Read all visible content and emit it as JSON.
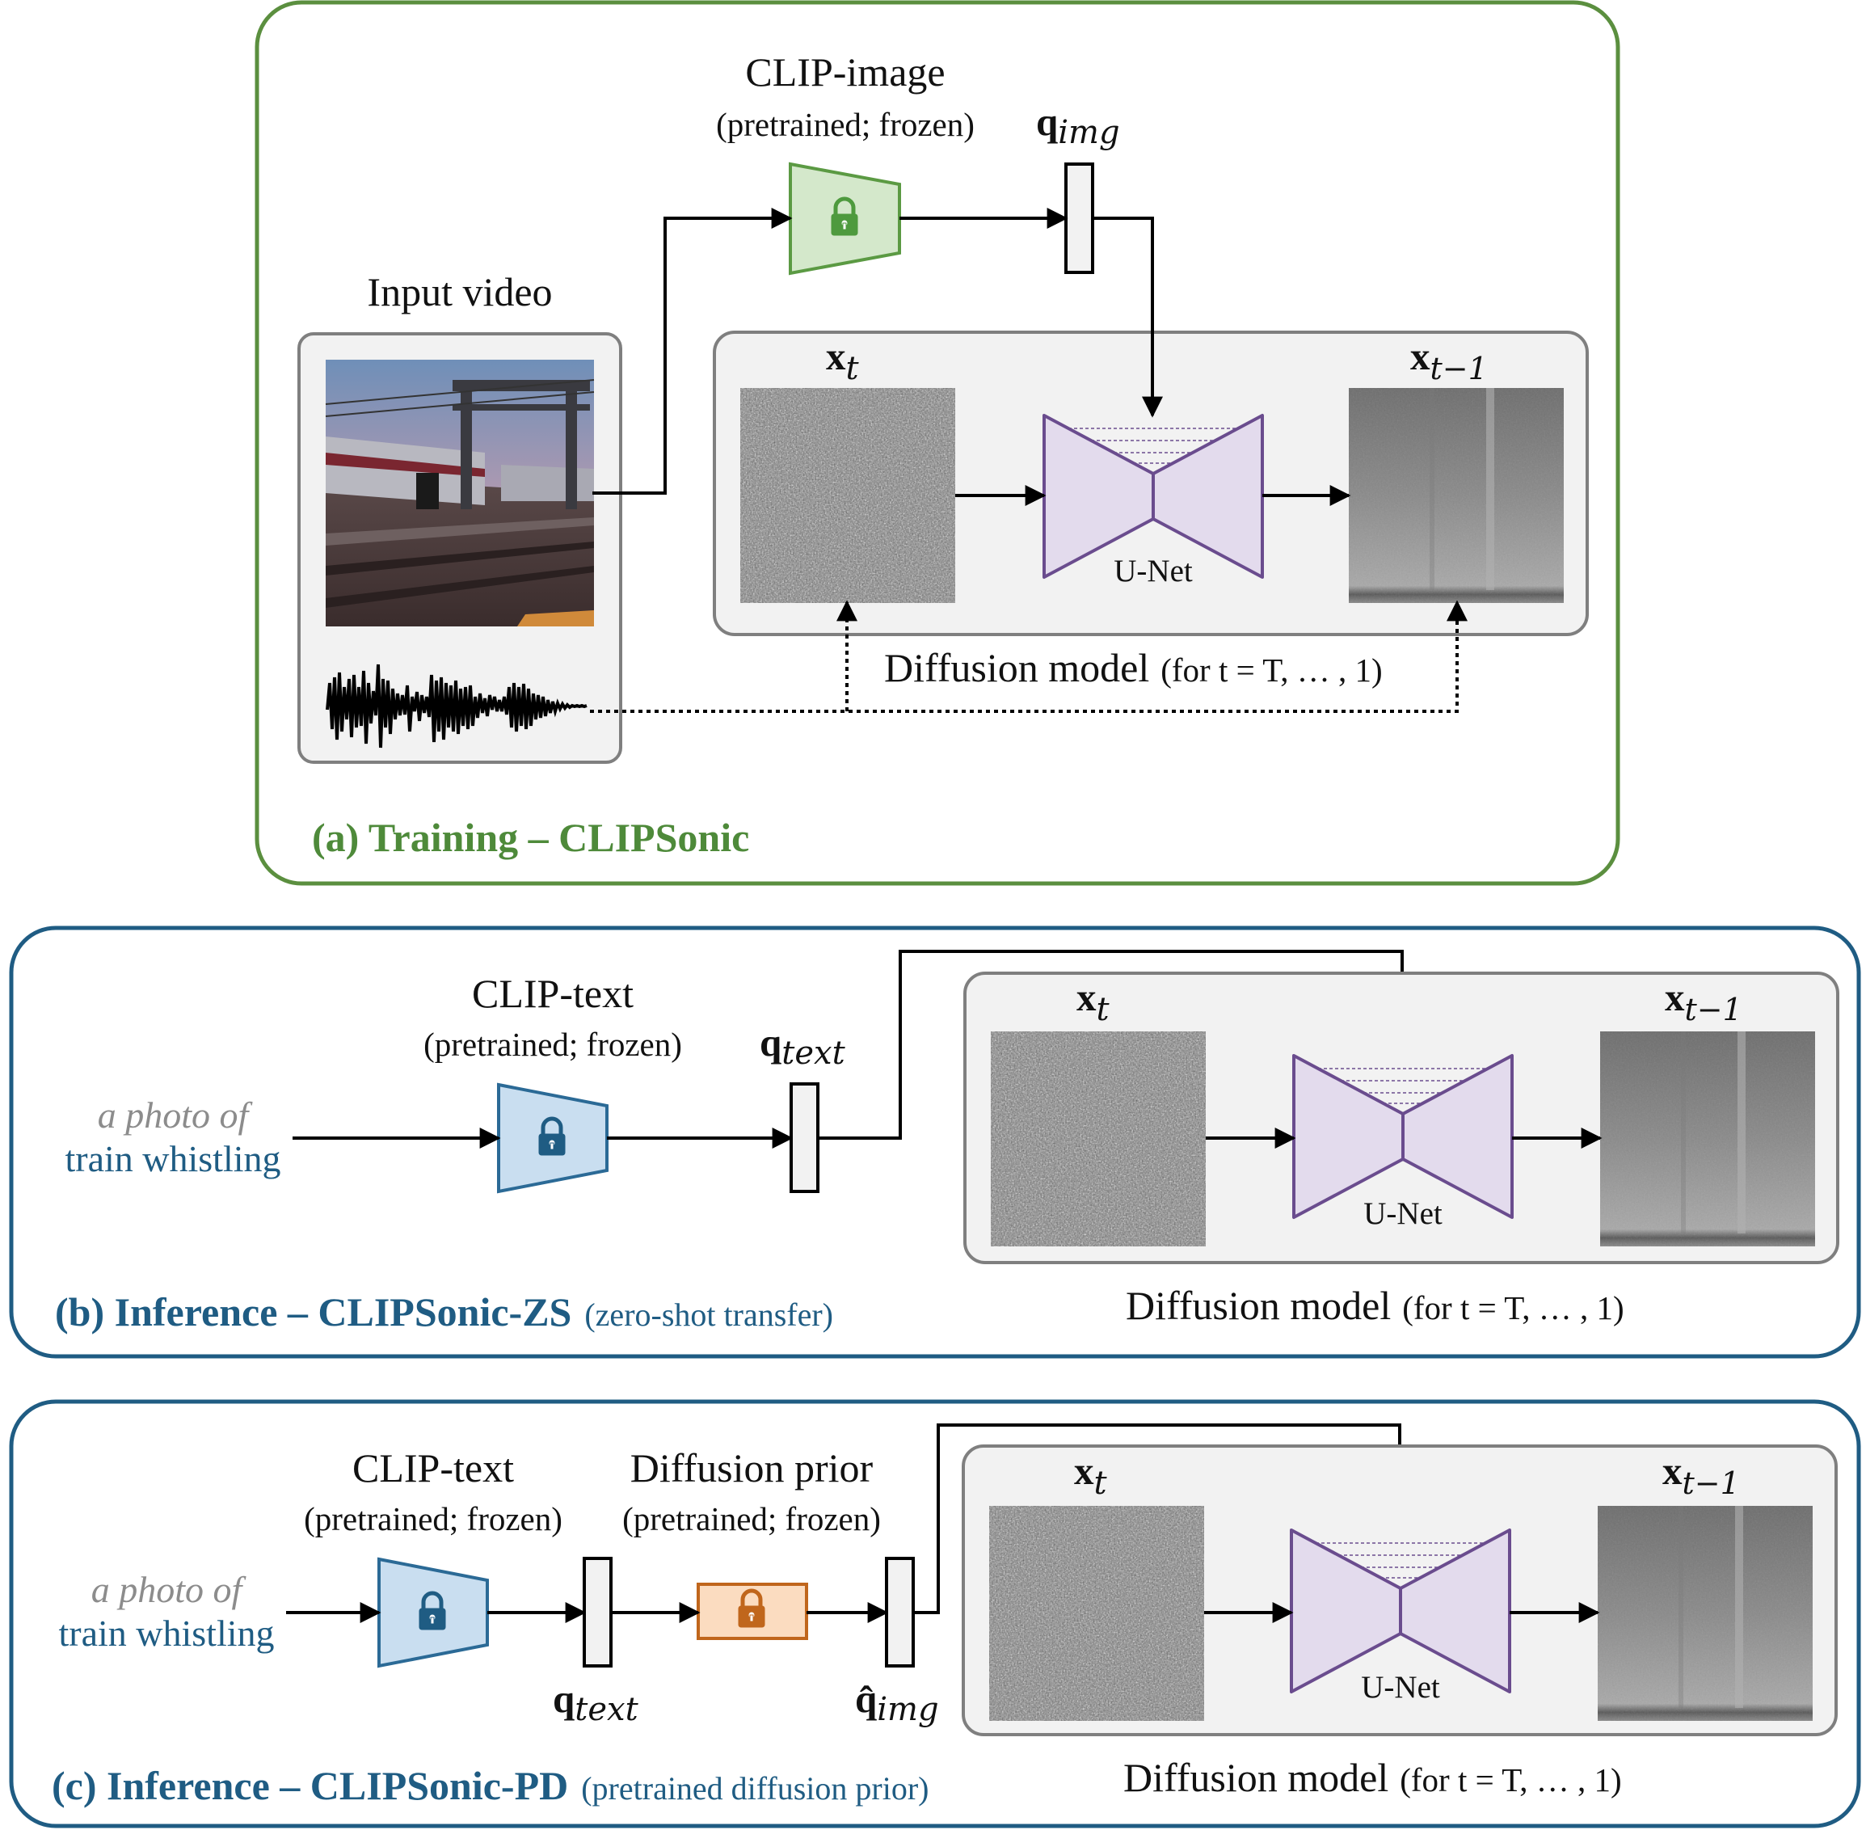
{
  "panel_a": {
    "caption": "(a) Training – CLIPSonic",
    "clip_title": "CLIP-image",
    "clip_sub": "(pretrained; frozen)",
    "q_main": "q",
    "q_sub": "img",
    "input_video_label": "Input video",
    "xt_main": "x",
    "xt_sub": "t",
    "xt1_main": "x",
    "xt1_sub": "t−1",
    "unet_label": "U-Net",
    "diffusion_label": "Diffusion model",
    "diffusion_range": "(for t = T, … , 1)",
    "colors": {
      "border": "#5b8f3f",
      "encoder_fill": "#d4e8cb",
      "encoder_stroke": "#5b9a43"
    }
  },
  "panel_b": {
    "caption_main": "(b) Inference – CLIPSonic-ZS",
    "caption_small": "(zero-shot transfer)",
    "prompt_line1": "a photo of",
    "prompt_line2": "train whistling",
    "clip_title": "CLIP-text",
    "clip_sub": "(pretrained; frozen)",
    "q_main": "q",
    "q_sub": "text",
    "xt_main": "x",
    "xt_sub": "t",
    "xt1_main": "x",
    "xt1_sub": "t−1",
    "unet_label": "U-Net",
    "diffusion_label": "Diffusion model",
    "diffusion_range": "(for t = T, … , 1)",
    "colors": {
      "border": "#1f5c83",
      "encoder_fill": "#c9def0",
      "encoder_stroke": "#2b6a96"
    }
  },
  "panel_c": {
    "caption_main": "(c) Inference – CLIPSonic-PD",
    "caption_small": "(pretrained diffusion prior)",
    "prompt_line1": "a photo of",
    "prompt_line2": "train whistling",
    "clip_title": "CLIP-text",
    "clip_sub": "(pretrained; frozen)",
    "prior_title": "Diffusion prior",
    "prior_sub": "(pretrained; frozen)",
    "q_text_main": "q",
    "q_text_sub": "text",
    "q_img_main": "q̂",
    "q_img_sub": "img",
    "xt_main": "x",
    "xt_sub": "t",
    "xt1_main": "x",
    "xt1_sub": "t−1",
    "unet_label": "U-Net",
    "diffusion_label": "Diffusion model",
    "diffusion_range": "(for t = T, … , 1)",
    "colors": {
      "border": "#1f5c83",
      "prior_fill": "#fbdcc0",
      "prior_stroke": "#c0661c"
    }
  },
  "icons": [
    "lock-icon",
    "train-photo",
    "waveform",
    "noise-spectrogram",
    "clean-spectrogram"
  ],
  "colors": {
    "unet_fill": "#e3dbed",
    "unet_stroke": "#6a4c8e",
    "gray_box_fill": "#f2f2f2",
    "gray_box_stroke": "#7f7f7f"
  }
}
